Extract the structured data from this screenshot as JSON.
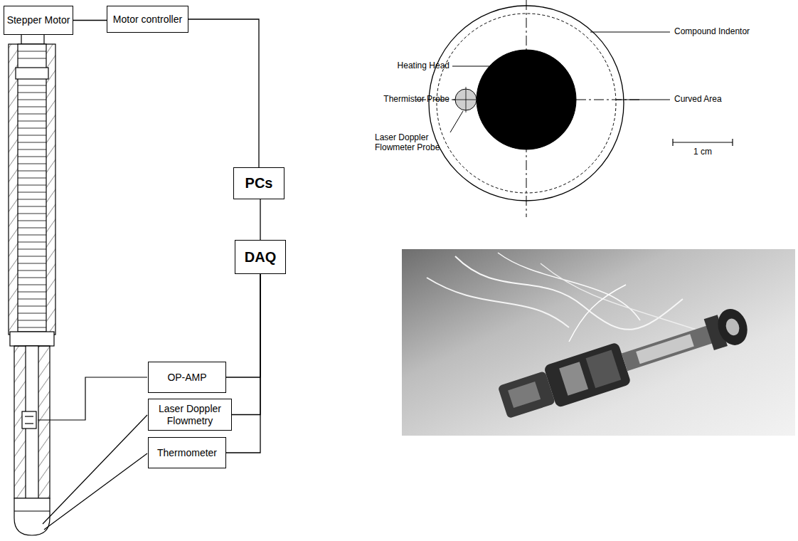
{
  "diagram": {
    "nodes": [
      {
        "text": [
          "Stepper Motor"
        ]
      },
      {
        "text": [
          "Motor controller"
        ]
      },
      {
        "text": [
          "PCs"
        ]
      },
      {
        "text": [
          "DAQ"
        ]
      },
      {
        "text": [
          "OP-AMP"
        ]
      },
      {
        "text": [
          "Laser Doppler Flowmetry"
        ]
      },
      {
        "text": [
          "Thermometer"
        ]
      }
    ],
    "edges": [
      {
        "from": 0,
        "to": 1,
        "arrow": "none"
      },
      {
        "from": 1,
        "to": 2,
        "arrow": "none"
      },
      {
        "from": 2,
        "to": 3,
        "arrow": "none"
      },
      {
        "from": 3,
        "to": 4,
        "arrow": "none"
      },
      {
        "from": 3,
        "to": 5,
        "arrow": "none"
      },
      {
        "from": 3,
        "to": 6,
        "arrow": "none"
      }
    ],
    "labels": [
      "Compound Indentor",
      "Heating Head",
      "Thermistor Probe",
      "Curved Area",
      "Laser Doppler Flowmeter Probe",
      "1 cm"
    ]
  }
}
